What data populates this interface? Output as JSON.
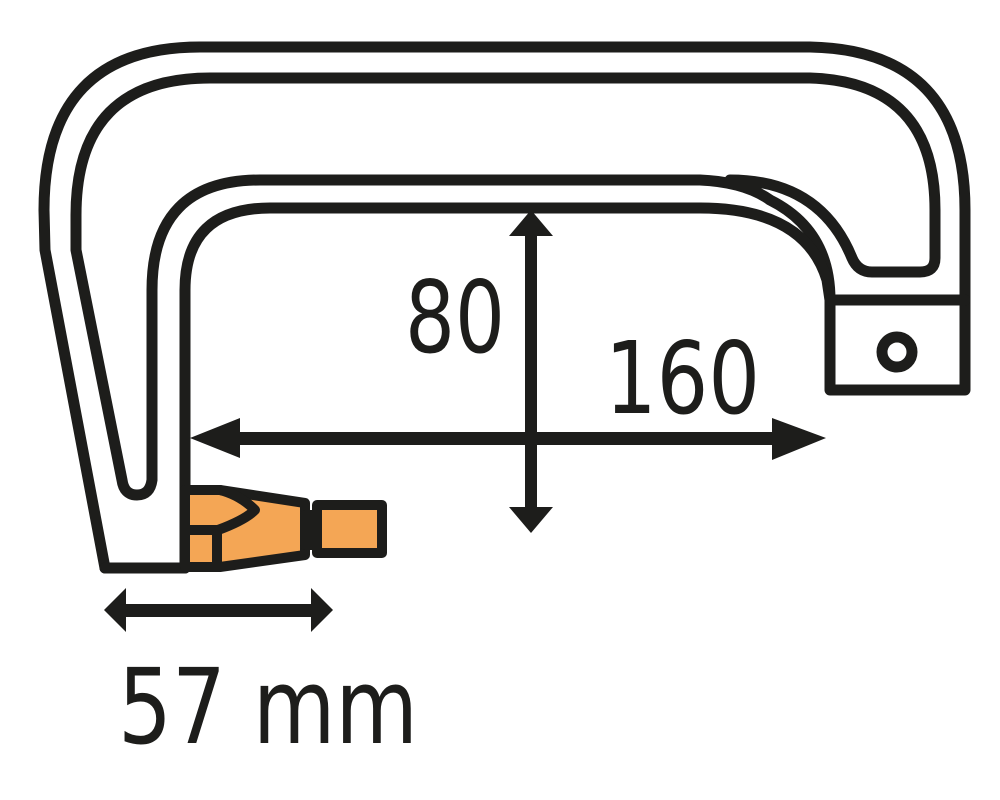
{
  "diagram": {
    "subject": "C-frame clamp / spot welding yoke dimension drawing",
    "colors": {
      "outline": "#1d1d1b",
      "tip_fill": "#f4a655",
      "background": "#ffffff"
    },
    "dimensions": {
      "throat_depth_label": "80",
      "reach_label": "160",
      "tip_offset_label": "57 mm"
    }
  }
}
